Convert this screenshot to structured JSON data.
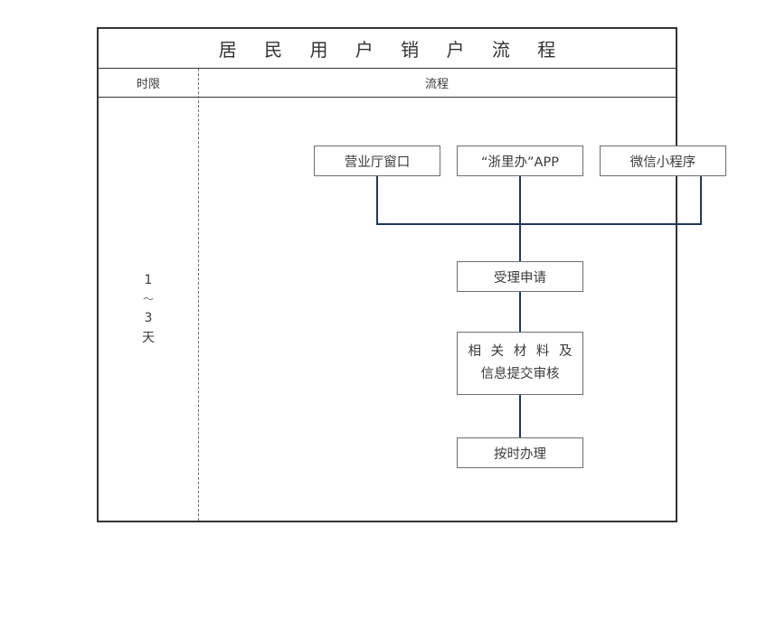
{
  "document": {
    "title": "居 民 用 户 销 户 流 程",
    "columns": {
      "limit_header": "时限",
      "flow_header": "流程"
    },
    "duration": {
      "from": "1",
      "separator": "～",
      "to": "3",
      "unit": "天"
    }
  },
  "chart_data": {
    "type": "diagram",
    "title": "居 民 用 户 销 户 流 程",
    "subtype": "flowchart",
    "connector_color": "#1d3a5c",
    "node_border_color": "#6d6d6d",
    "frame_color": "#333333",
    "sources": [
      {
        "id": "hall",
        "label": "营业厅窗口"
      },
      {
        "id": "app",
        "label": "“浙里办”APP"
      },
      {
        "id": "wechat",
        "label": "微信小程序"
      }
    ],
    "steps": [
      {
        "id": "accept",
        "label": "受理申请"
      },
      {
        "id": "materials",
        "label_line1": "相 关 材 料 及",
        "label_line2": "信息提交审核"
      },
      {
        "id": "ontime",
        "label": "按时办理"
      }
    ],
    "edges": [
      {
        "from": "hall",
        "to": "accept"
      },
      {
        "from": "app",
        "to": "accept"
      },
      {
        "from": "wechat",
        "to": "accept"
      },
      {
        "from": "accept",
        "to": "materials"
      },
      {
        "from": "materials",
        "to": "ontime"
      }
    ]
  }
}
